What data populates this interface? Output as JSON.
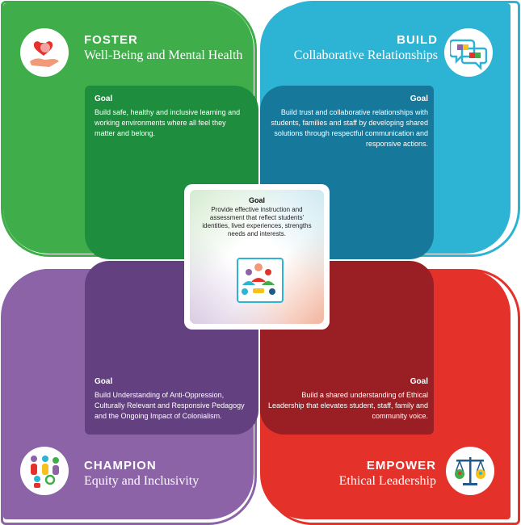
{
  "foster": {
    "keyword": "FOSTER",
    "subtitle": "Well-Being and Mental Health",
    "goal_label": "Goal",
    "goal_text": "Build safe, healthy and inclusive learning and working environments where all feel they matter and belong.",
    "icon": "heart-hand-icon",
    "color": "#3fae4a"
  },
  "build": {
    "keyword": "BUILD",
    "subtitle": "Collaborative Relationships",
    "goal_label": "Goal",
    "goal_text": "Build trust and collaborative relationships with students, families and staff by developing shared solutions through respectful communication and responsive actions.",
    "icon": "puzzle-chat-icon",
    "color": "#2db4d4"
  },
  "champion": {
    "keyword": "CHAMPION",
    "subtitle": "Equity and Inclusivity",
    "goal_label": "Goal",
    "goal_text": "Build Understanding of Anti-Oppression, Culturally Relevant and Responsive Pedagogy and the Ongoing Impact of Colonialism.",
    "icon": "diverse-people-icon",
    "color": "#8c63a7"
  },
  "empower": {
    "keyword": "EMPOWER",
    "subtitle": "Ethical Leadership",
    "goal_label": "Goal",
    "goal_text": "Build a shared understanding of Ethical Leadership that elevates student, staff, family and community voice.",
    "icon": "scales-icon",
    "color": "#e4322b"
  },
  "center": {
    "goal_label": "Goal",
    "goal_text": "Provide effective instruction and assessment that reflect students' identities, lived experiences, strengths needs and interests.",
    "icon": "students-group-icon"
  }
}
